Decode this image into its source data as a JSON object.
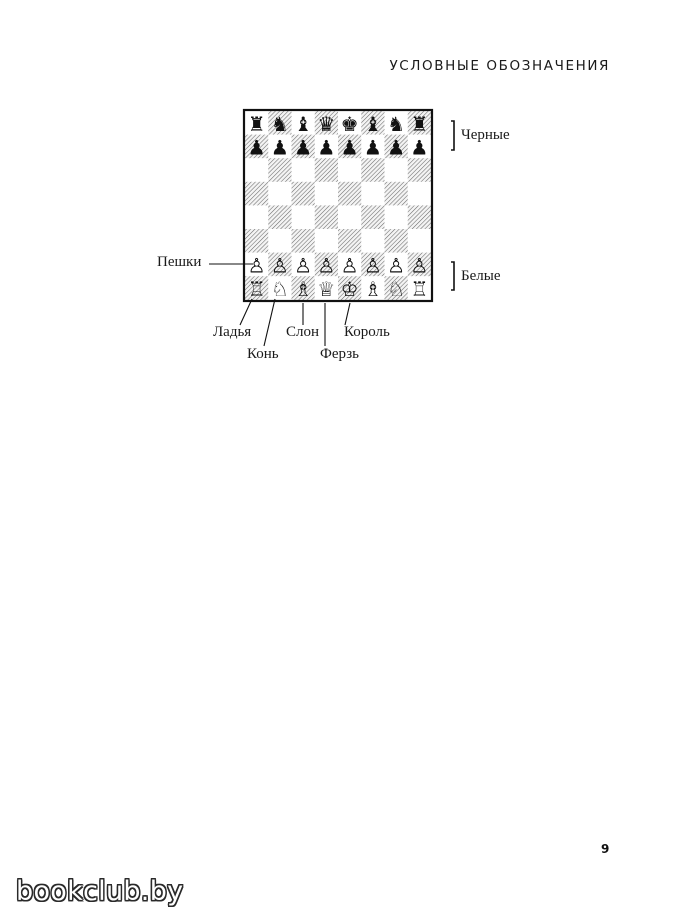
{
  "running_head": "УСЛОВНЫЕ ОБОЗНАЧЕНИЯ",
  "board": {
    "ranks": [
      [
        "r",
        "n",
        "b",
        "q",
        "k",
        "b",
        "n",
        "r"
      ],
      [
        "p",
        "p",
        "p",
        "p",
        "p",
        "p",
        "p",
        "p"
      ],
      [
        "",
        "",
        "",
        "",
        "",
        "",
        "",
        ""
      ],
      [
        "",
        "",
        "",
        "",
        "",
        "",
        "",
        ""
      ],
      [
        "",
        "",
        "",
        "",
        "",
        "",
        "",
        ""
      ],
      [
        "",
        "",
        "",
        "",
        "",
        "",
        "",
        ""
      ],
      [
        "P",
        "P",
        "P",
        "P",
        "P",
        "P",
        "P",
        "P"
      ],
      [
        "R",
        "N",
        "B",
        "Q",
        "K",
        "B",
        "N",
        "R"
      ]
    ]
  },
  "labels": {
    "black": "Черные",
    "white": "Белые",
    "pawns": "Пешки",
    "rook": "Ладья",
    "knight": "Конь",
    "bishop": "Слон",
    "queen": "Ферзь",
    "king": "Король"
  },
  "page_number": "9",
  "watermark": "bookclub.by"
}
